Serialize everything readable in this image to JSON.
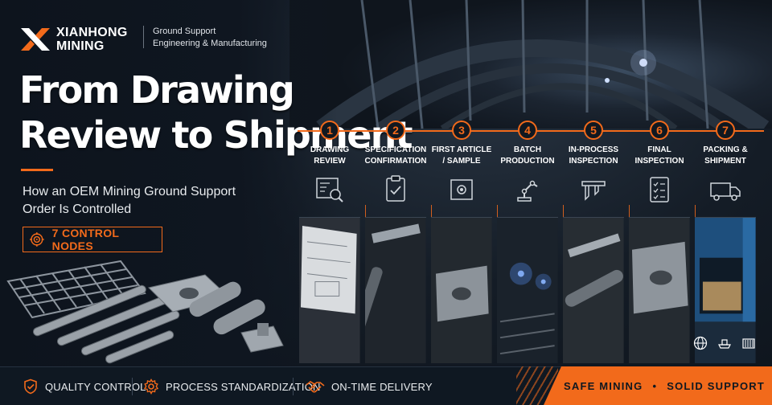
{
  "brand": {
    "name_line1": "XIANHONG",
    "name_line2": "MINING",
    "tagline_line1": "Ground Support",
    "tagline_line2": "Engineering & Manufacturing",
    "logo_icon": "x-logo-icon"
  },
  "headline": {
    "line1": "From Drawing",
    "line2": "Review to Shipment"
  },
  "subtitle": {
    "line1": "How an OEM Mining Ground Support",
    "line2": "Order Is Controlled"
  },
  "badge": {
    "label": "7 CONTROL NODES",
    "icon": "target-icon"
  },
  "steps": [
    {
      "num": "1",
      "line1": "DRAWING",
      "line2": "REVIEW",
      "icon": "blueprint-magnifier-icon"
    },
    {
      "num": "2",
      "line1": "SPECIFICATION",
      "line2": "CONFIRMATION",
      "icon": "clipboard-check-icon"
    },
    {
      "num": "3",
      "line1": "FIRST ARTICLE",
      "line2": "/ SAMPLE",
      "icon": "plate-sample-icon"
    },
    {
      "num": "4",
      "line1": "BATCH",
      "line2": "PRODUCTION",
      "icon": "robot-arm-icon"
    },
    {
      "num": "5",
      "line1": "IN-PROCESS",
      "line2": "INSPECTION",
      "icon": "caliper-icon"
    },
    {
      "num": "6",
      "line1": "FINAL",
      "line2": "INSPECTION",
      "icon": "checklist-icon"
    },
    {
      "num": "7",
      "line1": "PACKING &",
      "line2": "SHIPMENT",
      "icon": "truck-icon"
    }
  ],
  "shipping_icons": [
    "globe-icon",
    "ship-icon",
    "container-icon"
  ],
  "features": [
    {
      "label": "QUALITY CONTROL",
      "icon": "shield-check-icon"
    },
    {
      "label": "PROCESS STANDARDIZATION",
      "icon": "gear-icon"
    },
    {
      "label": "ON-TIME DELIVERY",
      "icon": "handshake-icon"
    }
  ],
  "slogan": {
    "left": "SAFE MINING",
    "bullet": "•",
    "right": "SOLID SUPPORT"
  },
  "colors": {
    "accent": "#f26a1b",
    "background": "#0d141d",
    "text": "#ffffff"
  }
}
